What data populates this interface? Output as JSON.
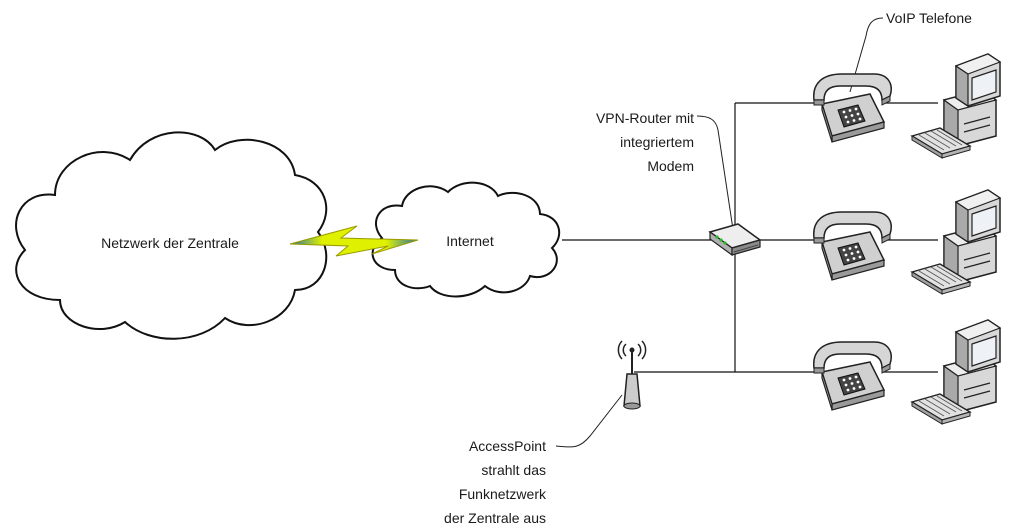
{
  "nodes": {
    "hq_cloud": {
      "label": "Netzwerk der Zentrale"
    },
    "internet_cloud": {
      "label": "Internet"
    }
  },
  "labels": {
    "voip": "VoIP Telefone",
    "router": [
      "VPN-Router mit",
      "integriertem",
      "Modem"
    ],
    "accesspoint": [
      "AccessPoint",
      "strahlt das",
      "Funknetzwerk",
      "der Zentrale aus"
    ]
  },
  "colors": {
    "lightning": "#f2f200",
    "lightning_edge": "#1f6fb0",
    "device_body": "#d9d9d9",
    "device_edge": "#333333",
    "cloud_edge": "#111111",
    "router_led": "#2eb82e"
  },
  "icons": [
    "cloud",
    "lightning-bolt",
    "router-icon",
    "access-point-icon",
    "desk-phone-icon",
    "desktop-computer-icon"
  ]
}
